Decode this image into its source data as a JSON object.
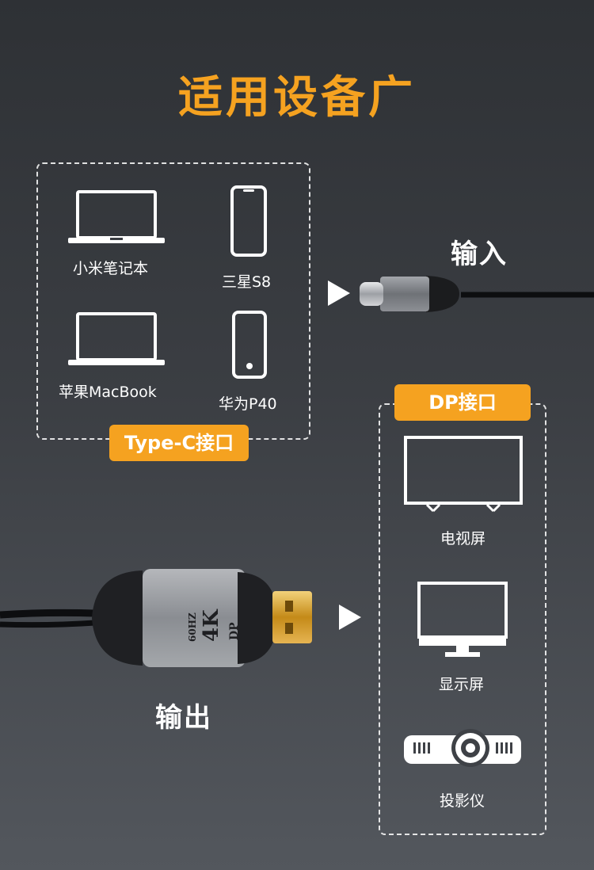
{
  "title": "适用设备广",
  "source": {
    "badge": "Type-C接口",
    "devices": [
      {
        "label": "小米笔记本",
        "icon": "laptop-icon"
      },
      {
        "label": "三星S8",
        "icon": "phone-icon"
      },
      {
        "label": "苹果MacBook",
        "icon": "laptop-icon"
      },
      {
        "label": "华为P40",
        "icon": "phone-icon"
      }
    ],
    "io_label": "输入"
  },
  "target": {
    "badge": "DP接口",
    "devices": [
      {
        "label": "电视屏",
        "icon": "tv-icon"
      },
      {
        "label": "显示屏",
        "icon": "monitor-icon"
      },
      {
        "label": "投影仪",
        "icon": "projector-icon"
      }
    ],
    "io_label": "输出"
  },
  "connector": {
    "label_dp": "DP",
    "label_4k": "4K",
    "label_hz": "60HZ"
  },
  "colors": {
    "accent": "#f5a220",
    "background_top": "#2e3135",
    "background_bottom": "#53575d"
  }
}
